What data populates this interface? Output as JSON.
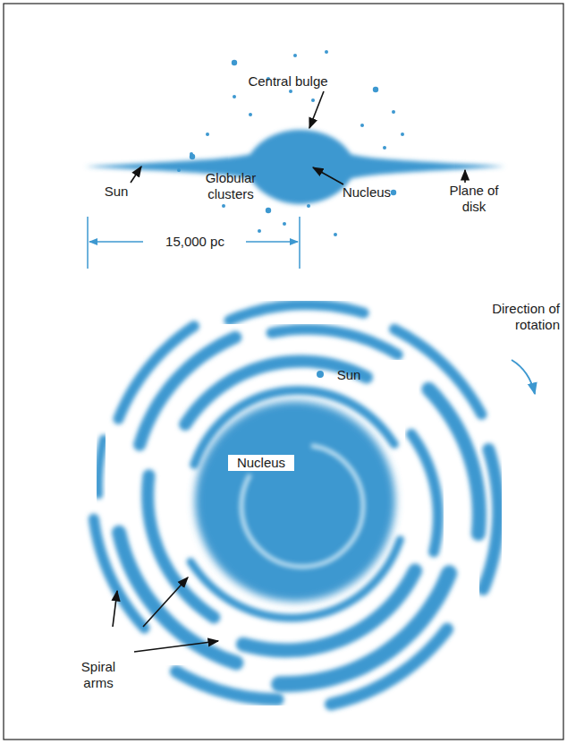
{
  "diagram": {
    "labels": [
      "Central bulge",
      "Sun",
      "Globular clusters",
      "Nucleus",
      "Plane of disk",
      "15,000 pc",
      "Direction of rotation",
      "Sun",
      "Nucleus",
      "Spiral arms"
    ]
  }
}
